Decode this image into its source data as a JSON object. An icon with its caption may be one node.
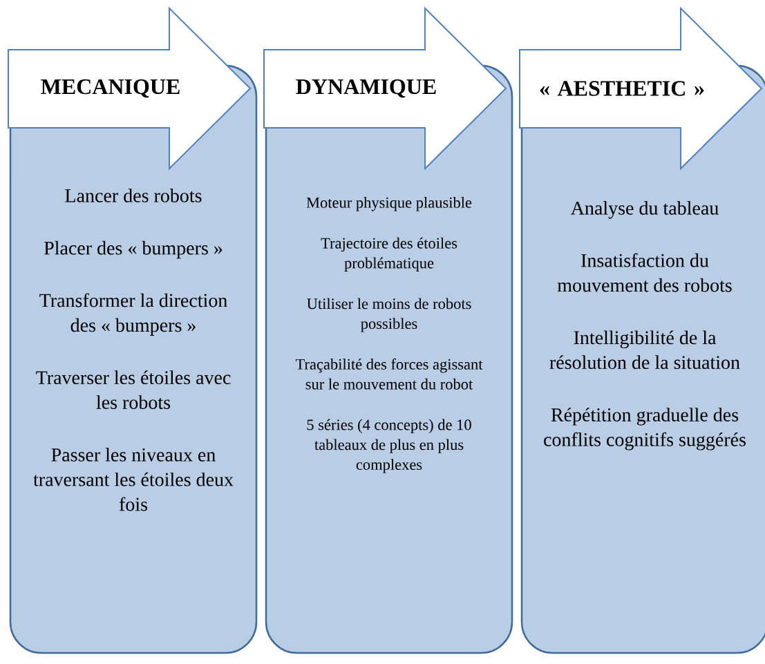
{
  "diagram": {
    "nodes": [
      {
        "text": [
          "MECANIQUE"
        ]
      },
      {
        "text": [
          "Lancer des robots",
          "Placer des « bumpers »",
          "Transformer la direction des « bumpers »",
          "Traverser les étoiles avec les robots",
          "Passer les niveaux en traversant les étoiles deux fois"
        ]
      },
      {
        "text": [
          "DYNAMIQUE"
        ]
      },
      {
        "text": [
          "Moteur physique plausible",
          "Trajectoire des étoiles problématique",
          "Utiliser le moins de robots possibles",
          "Traçabilité des forces agissant sur le mouvement du robot",
          "5 séries (4 concepts) de 10 tableaux de plus en plus complexes"
        ]
      },
      {
        "text": [
          "« AESTHETIC »"
        ]
      },
      {
        "text": [
          "Analyse du tableau",
          "Insatisfaction du mouvement des robots",
          "Intelligibilité de la résolution de la situation",
          "Répétition graduelle des conflits cognitifs suggérés"
        ]
      }
    ]
  }
}
